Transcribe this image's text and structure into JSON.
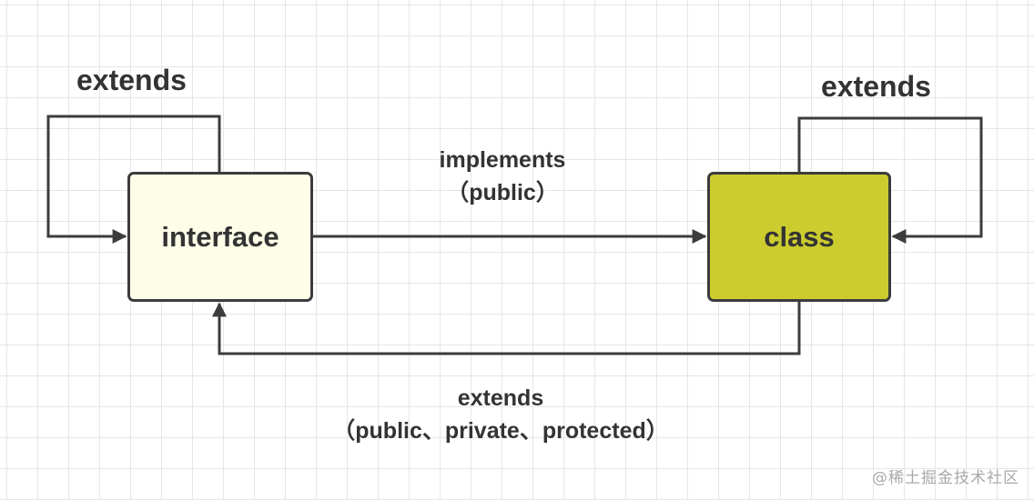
{
  "nodes": {
    "interface": {
      "label": "interface",
      "fill": "#fdfde8"
    },
    "class": {
      "label": "class",
      "fill": "#cccc2f"
    }
  },
  "edges": {
    "interface_self": {
      "label": "extends"
    },
    "class_self": {
      "label": "extends"
    },
    "implements": {
      "label": "implements",
      "modifiers": "（public）"
    },
    "class_to_interface": {
      "label": "extends",
      "modifiers": "（public、private、protected）"
    }
  },
  "watermark": "@稀土掘金技术社区",
  "colors": {
    "stroke": "#3c3c3c",
    "text": "#333333",
    "grid": "#e6e6e6"
  }
}
